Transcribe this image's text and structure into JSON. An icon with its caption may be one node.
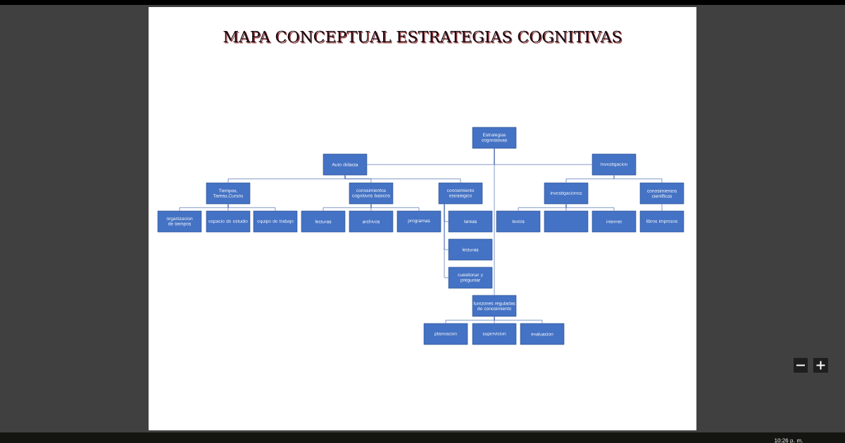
{
  "diagram": {
    "title": "MAPA CONCEPTUAL ESTRATEGIAS COGNITIVAS",
    "nodes": [
      {
        "text": [
          "Estrategias cognositivas"
        ]
      },
      {
        "text": [
          "Auto didacta"
        ]
      },
      {
        "text": [
          "Investigacion"
        ]
      },
      {
        "text": [
          "Tiempos, Tareas,Cursos"
        ]
      },
      {
        "text": [
          "conosimientos cognitivos basicos"
        ]
      },
      {
        "text": [
          "conosimiento estrategico"
        ]
      },
      {
        "text": [
          "investigaciones"
        ]
      },
      {
        "text": [
          "conosimientos cientificos"
        ]
      },
      {
        "text": [
          "organizacion de tiempos"
        ]
      },
      {
        "text": [
          "espacio de estudio"
        ]
      },
      {
        "text": [
          "equipo de trabajo"
        ]
      },
      {
        "text": [
          "lecturas"
        ]
      },
      {
        "text": [
          "archivos"
        ]
      },
      {
        "text": [
          "programas"
        ]
      },
      {
        "text": [
          "tareas"
        ]
      },
      {
        "text": [
          "lecturas"
        ]
      },
      {
        "text": [
          "cuestionar y preguntar"
        ]
      },
      {
        "text": [
          "textos"
        ]
      },
      {
        "text": [],
        "shape": "box"
      },
      {
        "text": [
          "internet"
        ]
      },
      {
        "text": [
          "libros impresos"
        ]
      },
      {
        "text": [
          "funciones reguladas de conosimiento"
        ]
      },
      {
        "text": [
          "planeacion"
        ]
      },
      {
        "text": [
          "supervicion"
        ]
      },
      {
        "text": [
          "evaluacion"
        ]
      }
    ],
    "edges": [
      {
        "from": 0,
        "to": 1,
        "arrow": "none"
      },
      {
        "from": 0,
        "to": 2,
        "arrow": "none"
      },
      {
        "from": 0,
        "to": 21,
        "arrow": "none"
      },
      {
        "from": 1,
        "to": 3,
        "arrow": "none"
      },
      {
        "from": 1,
        "to": 4,
        "arrow": "none"
      },
      {
        "from": 1,
        "to": 5,
        "arrow": "none"
      },
      {
        "from": 2,
        "to": 6,
        "arrow": "none"
      },
      {
        "from": 2,
        "to": 7,
        "arrow": "none"
      },
      {
        "from": 3,
        "to": 8,
        "arrow": "none"
      },
      {
        "from": 3,
        "to": 9,
        "arrow": "none"
      },
      {
        "from": 3,
        "to": 10,
        "arrow": "none"
      },
      {
        "from": 4,
        "to": 11,
        "arrow": "none"
      },
      {
        "from": 4,
        "to": 12,
        "arrow": "none"
      },
      {
        "from": 4,
        "to": 13,
        "arrow": "none"
      },
      {
        "from": 5,
        "to": 14,
        "arrow": "none"
      },
      {
        "from": 5,
        "to": 15,
        "arrow": "none"
      },
      {
        "from": 5,
        "to": 16,
        "arrow": "none"
      },
      {
        "from": 6,
        "to": 17,
        "arrow": "none"
      },
      {
        "from": 6,
        "to": 18,
        "arrow": "none"
      },
      {
        "from": 6,
        "to": 19,
        "arrow": "none"
      },
      {
        "from": 7,
        "to": 20,
        "arrow": "none"
      },
      {
        "from": 21,
        "to": 22,
        "arrow": "none"
      },
      {
        "from": 21,
        "to": 23,
        "arrow": "none"
      },
      {
        "from": 21,
        "to": 24,
        "arrow": "none"
      }
    ],
    "labels": [
      "10:26 p. m."
    ]
  }
}
